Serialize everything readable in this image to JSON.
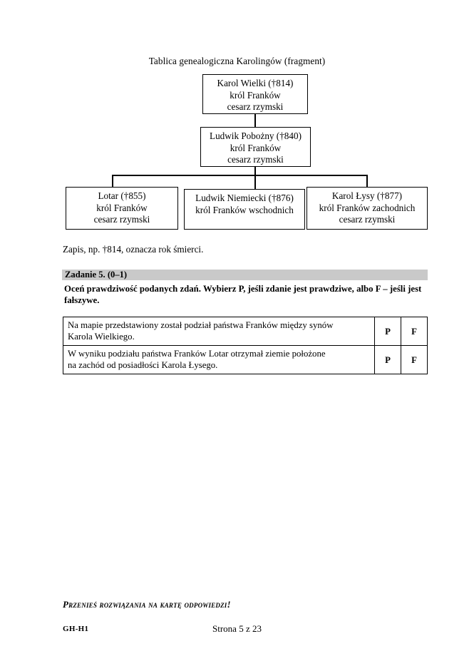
{
  "document": {
    "diagram_title": "Tablica genealogiczna Karolingów (fragment)",
    "diagram_note": "Zapis, np. †814, oznacza rok śmierci.",
    "genealogy": {
      "nodes": [
        {
          "id": "karol-wielki",
          "line1": "Karol Wielki (†814)",
          "line2": "król Franków",
          "line3": "cesarz rzymski"
        },
        {
          "id": "ludwik-pobozny",
          "line1": "Ludwik Pobożny (†840)",
          "line2": "król Franków",
          "line3": "cesarz rzymski"
        },
        {
          "id": "lotar",
          "line1": "Lotar (†855)",
          "line2": "król Franków",
          "line3": "cesarz rzymski"
        },
        {
          "id": "ludwik-niemiecki",
          "line1": "Ludwik Niemiecki (†876)",
          "line2": "król Franków wschodnich",
          "line3": ""
        },
        {
          "id": "karol-lysy",
          "line1": "Karol Łysy (†877)",
          "line2": "król Franków zachodnich",
          "line3": "cesarz rzymski"
        }
      ]
    },
    "task": {
      "header": "Zadanie 5. (0–1)",
      "instruction_line1": "Oceń prawdziwość podanych zdań. Wybierz P, jeśli zdanie jest prawdziwe, albo F – jeśli",
      "instruction_line2": "jest fałszywe.",
      "rows": [
        {
          "statement_line1": "Na mapie przedstawiony został podział państwa Franków między synów",
          "statement_line2": "Karola Wielkiego.",
          "true_label": "P",
          "false_label": "F"
        },
        {
          "statement_line1": "W wyniku podziału państwa Franków Lotar otrzymał ziemie położone",
          "statement_line2": "na zachód od posiadłości Karola Łysego.",
          "true_label": "P",
          "false_label": "F"
        }
      ]
    },
    "footer": {
      "transfer_note": "Przenieś rozwiązania na kartę odpowiedzi!",
      "code": "GH-H1",
      "page": "Strona 5 z 23"
    },
    "colors": {
      "header_band": "#c9c9c9",
      "ink": "#000000",
      "paper": "#ffffff"
    }
  }
}
